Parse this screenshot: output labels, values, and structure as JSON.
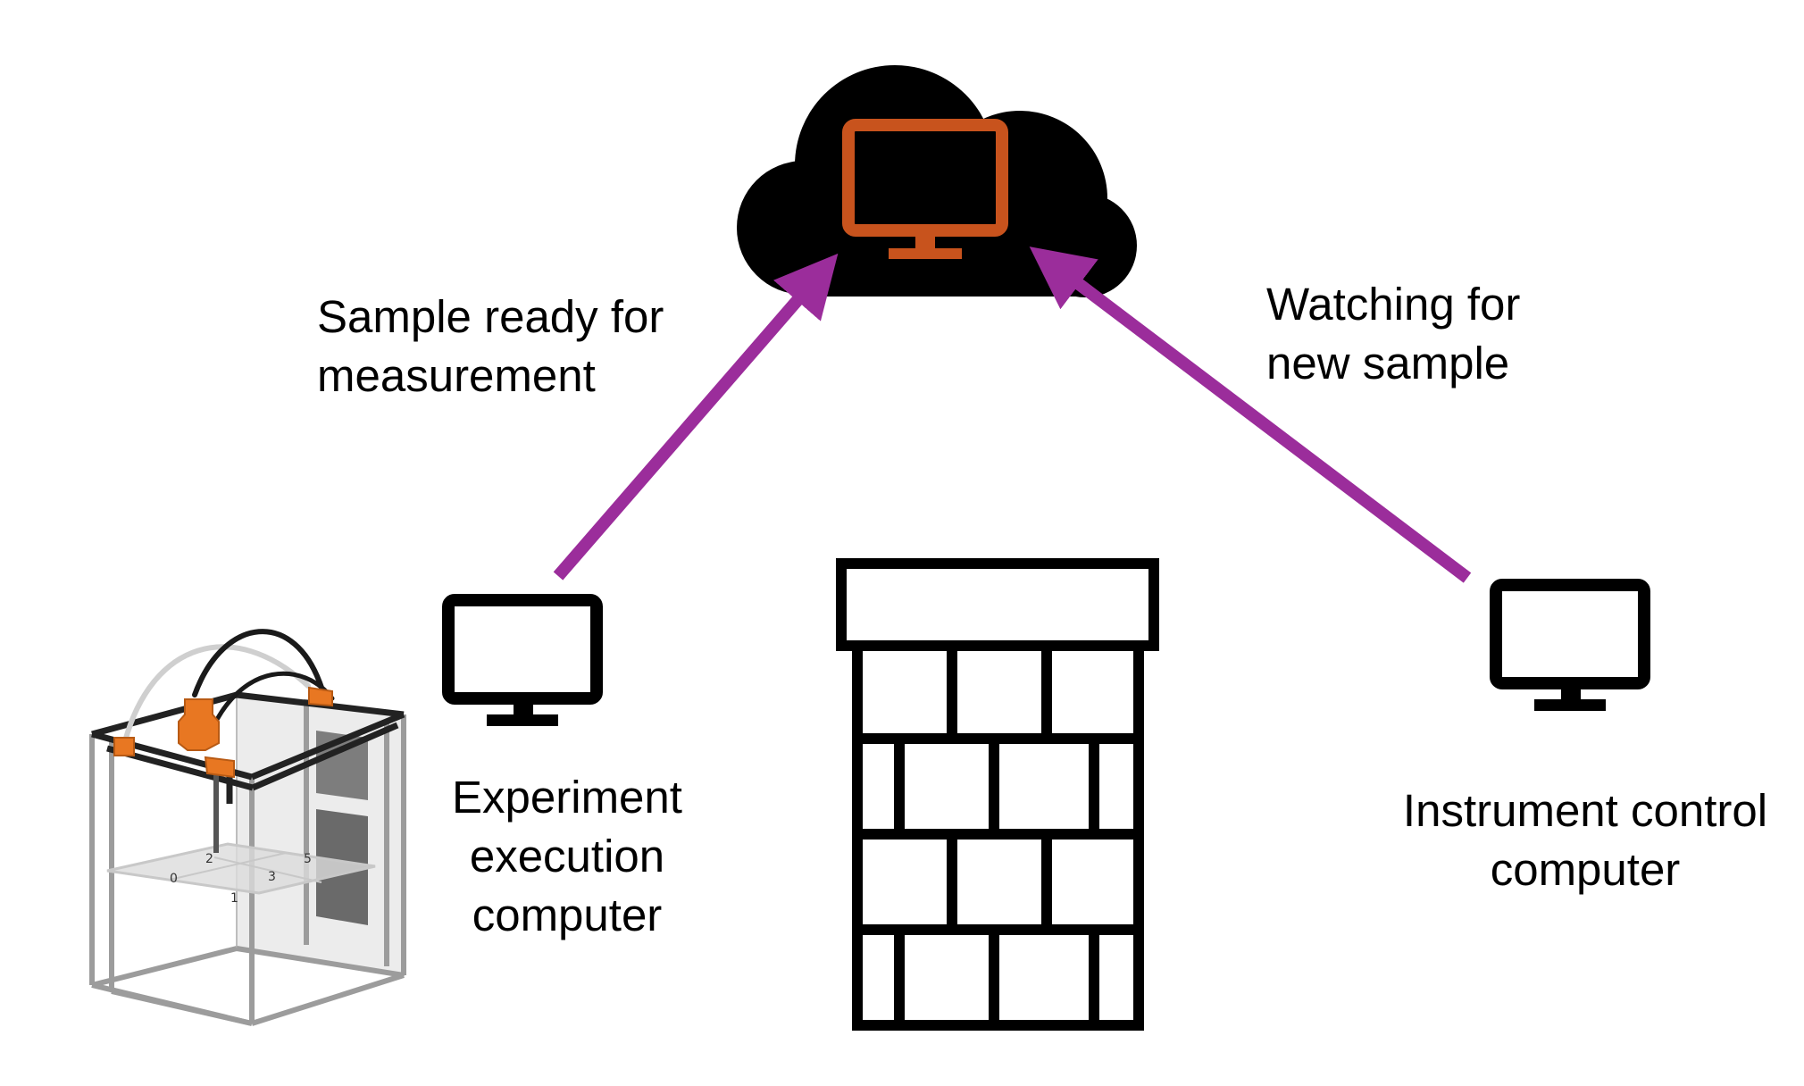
{
  "labels": {
    "sample_ready": [
      "Sample ready for",
      "measurement"
    ],
    "watching": [
      "Watching for",
      "new sample"
    ],
    "experiment_computer": [
      "Experiment",
      "execution",
      "computer"
    ],
    "instrument_computer": [
      "Instrument control",
      "computer"
    ]
  },
  "colors": {
    "arrow": "#9B2D9B",
    "cloud_monitor": "#C8531D",
    "printer_accent": "#E87722",
    "frame": "#A8A8A8",
    "ink": "#000000"
  },
  "icons": [
    "cloud-icon",
    "cloud-monitor-icon",
    "computer-monitor-icon",
    "firewall-icon",
    "printer-robot-icon"
  ],
  "printer_grid_numbers": [
    "0",
    "1",
    "2",
    "3",
    "5"
  ]
}
